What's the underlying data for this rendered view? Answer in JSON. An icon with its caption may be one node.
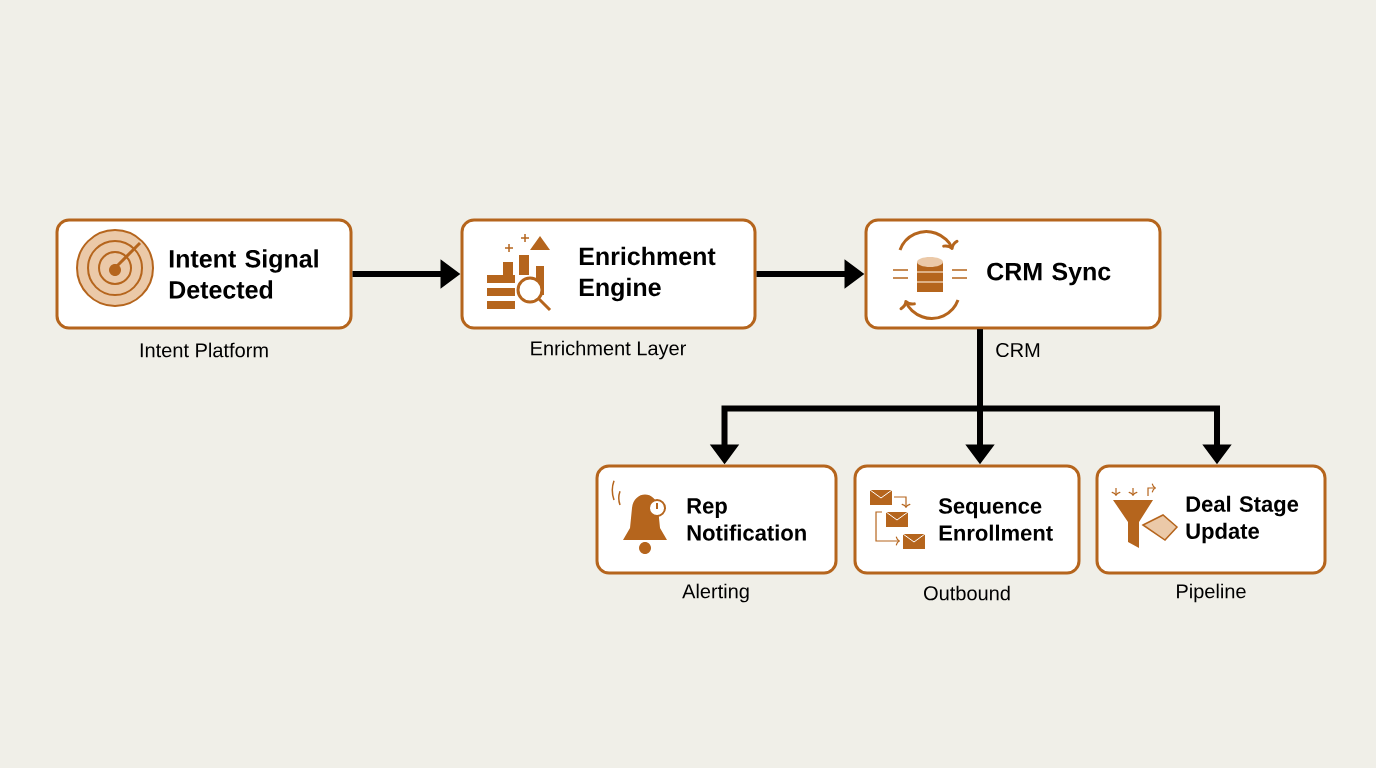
{
  "diagram": {
    "nodes": [
      {
        "text": [
          "Intent Signal Detected"
        ],
        "beside": [
          "Intent Platform"
        ]
      },
      {
        "text": [
          "Enrichment Engine"
        ],
        "beside": [
          "Enrichment Layer"
        ]
      },
      {
        "text": [
          "CRM Sync"
        ],
        "beside": [
          "CRM"
        ]
      },
      {
        "text": [
          "Rep Notification"
        ],
        "beside": [
          "Alerting"
        ]
      },
      {
        "text": [
          "Sequence Enrollment"
        ],
        "beside": [
          "Outbound"
        ]
      },
      {
        "text": [
          "Deal Stage Update"
        ],
        "beside": [
          "Pipeline"
        ]
      }
    ],
    "edges": [
      {
        "from": 0,
        "to": 1,
        "arrow": "to"
      },
      {
        "from": 1,
        "to": 2,
        "arrow": "to"
      },
      {
        "from": 2,
        "to": 3,
        "arrow": "to"
      },
      {
        "from": 2,
        "to": 4,
        "arrow": "to"
      },
      {
        "from": 2,
        "to": 5,
        "arrow": "to"
      }
    ]
  }
}
